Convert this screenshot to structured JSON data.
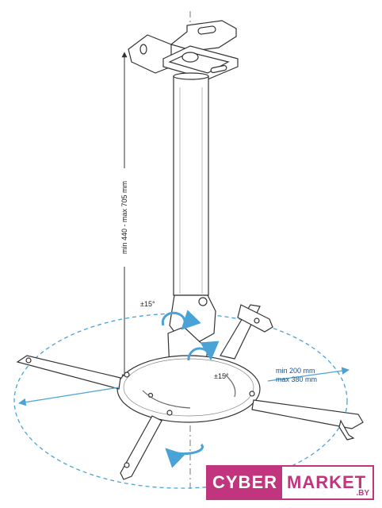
{
  "labels": {
    "height_range": "min 440 - max 705 mm",
    "tilt_top": "±15°",
    "tilt_bottom": "±15°",
    "arm_min": "min 200 mm",
    "arm_max": "max 380 mm"
  },
  "logo": {
    "left": "CYBER",
    "right": "MARKET",
    "suffix": ".BY"
  },
  "colors": {
    "accent_blue": "#4aa3d6",
    "logo_magenta": "#c0357e",
    "line": "#333333"
  }
}
